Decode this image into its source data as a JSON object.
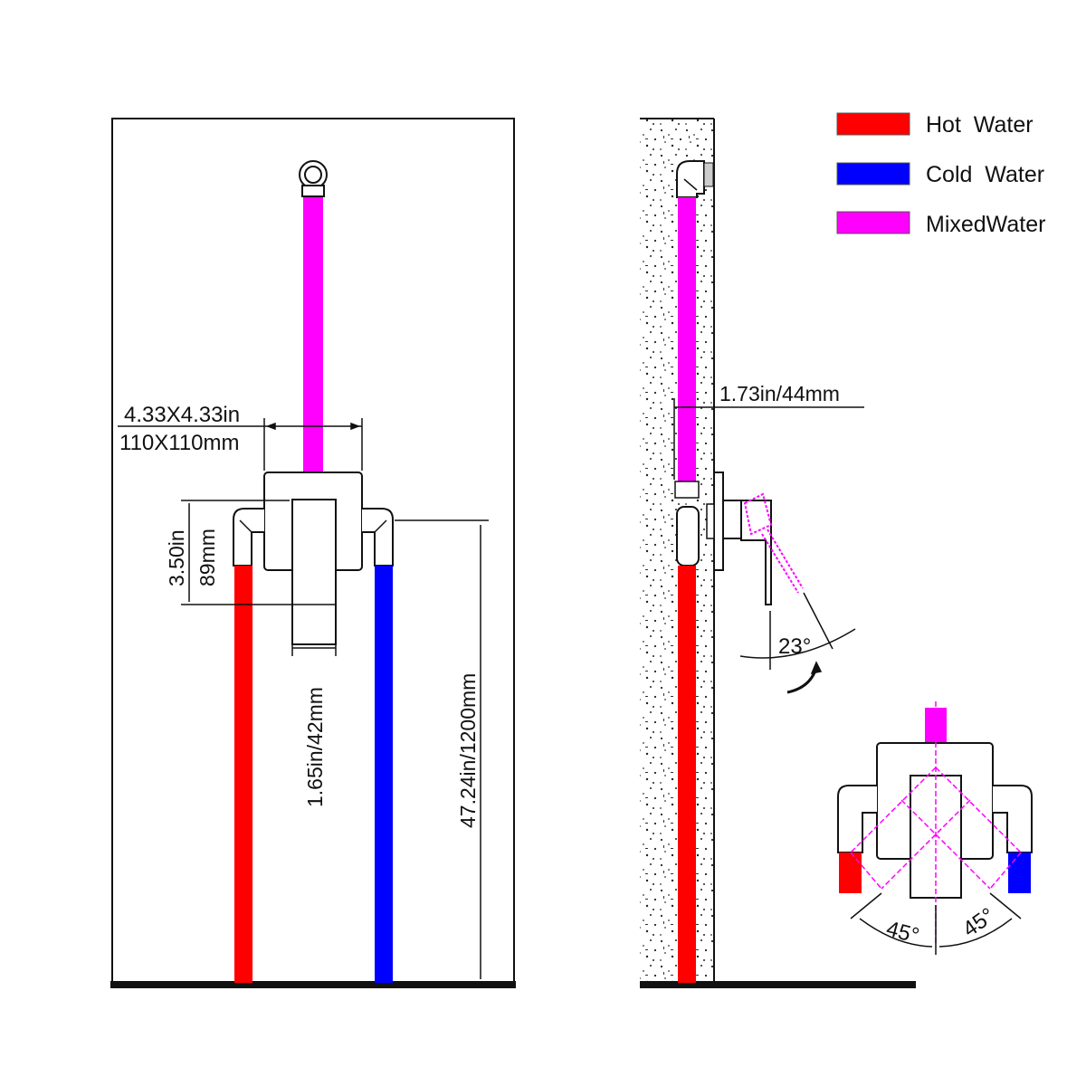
{
  "legend": {
    "items": [
      {
        "label": "Hot  Water",
        "color": "#ff0000"
      },
      {
        "label": "Cold  Water",
        "color": "#0000ff"
      },
      {
        "label": "MixedWater",
        "color": "#ff00ff"
      }
    ]
  },
  "front_view": {
    "box_width_in": "4.33X4.33in",
    "box_width_mm": "110X110mm",
    "inlet_height_in": "3.50in",
    "inlet_height_mm": "89mm",
    "handle_width": "1.65in/42mm",
    "install_height": "47.24in/1200mm"
  },
  "side_view": {
    "wall_depth": "1.73in/44mm",
    "handle_angle": "23°"
  },
  "top_view": {
    "left_angle": "45°",
    "right_angle": "45°"
  },
  "colors": {
    "hot": "#ff0000",
    "cold": "#0000ff",
    "mixed": "#ff00ff",
    "line": "#111111"
  }
}
